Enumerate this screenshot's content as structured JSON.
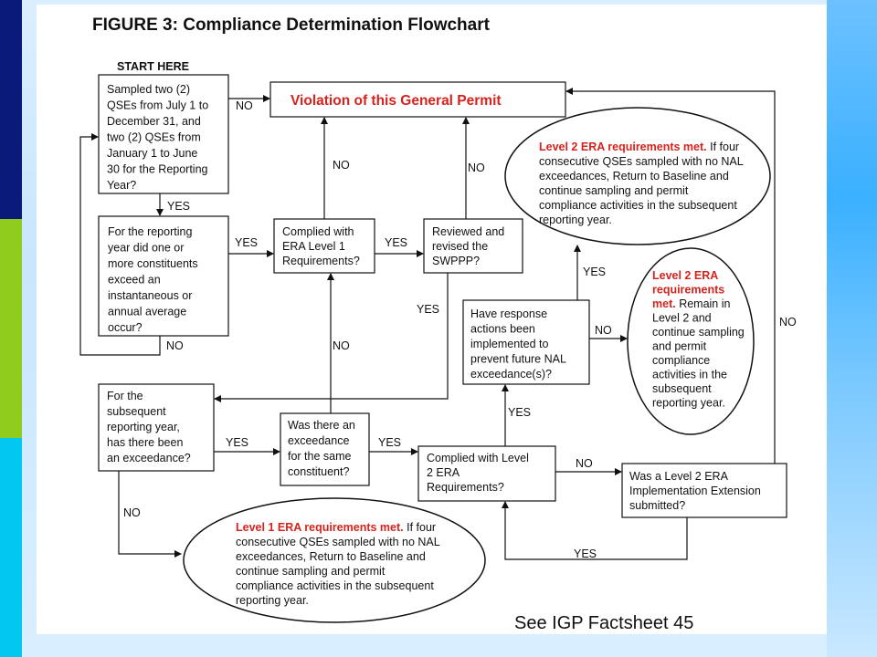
{
  "title": "FIGURE 3: Compliance Determination Flowchart",
  "start_label": "START HERE",
  "violation": "Violation of this General Permit",
  "box_sampled": [
    "Sampled two (2)",
    "QSEs from July 1 to",
    "December 31, and",
    "two (2) QSEs from",
    "January 1 to June",
    "30 for the Reporting",
    "Year?"
  ],
  "box_exceed": [
    "For the reporting",
    "year did one or",
    "more constituents",
    "exceed an",
    "instantaneous or",
    "annual average",
    "occur?"
  ],
  "box_complied1": [
    "Complied with",
    "ERA Level 1",
    "Requirements?"
  ],
  "box_reviewed": [
    "Reviewed and",
    "revised the",
    "SWPPP?"
  ],
  "box_response": [
    "Have response",
    "actions been",
    "implemented to",
    "prevent future NAL",
    "exceedance(s)?"
  ],
  "box_subsequent": [
    "For the",
    "subsequent",
    "reporting year,",
    "has there been",
    "an exceedance?"
  ],
  "box_same": [
    "Was there an",
    "exceedance",
    "for the same",
    "constituent?"
  ],
  "box_complied2": [
    "Complied with Level",
    "2 ERA",
    "Requirements?"
  ],
  "box_extension": [
    "Was a Level 2 ERA",
    "Implementation Extension",
    "submitted?"
  ],
  "ellipse_top": {
    "bold": "Level 2 ERA requirements met.",
    "lines": [
      "If four",
      "consecutive QSEs sampled with no NAL",
      "exceedances, Return to Baseline and",
      "continue sampling and permit",
      "compliance activities in the subsequent",
      "reporting year."
    ]
  },
  "ellipse_mid": {
    "bold_lines": [
      "Level 2 ERA",
      "requirements",
      "met."
    ],
    "lines": [
      "Remain in",
      "Level 2 and",
      "continue sampling",
      "and permit",
      "compliance",
      "activities in the",
      "subsequent",
      "reporting year."
    ]
  },
  "ellipse_bottom": {
    "bold": "Level 1 ERA requirements met.",
    "lines": [
      "If four",
      "consecutive QSEs sampled with no NAL",
      "exceedances, Return to Baseline and",
      "continue sampling and permit",
      "compliance activities in the subsequent",
      "reporting year."
    ]
  },
  "labels": {
    "yes": "YES",
    "no": "NO"
  },
  "footer": "See IGP Factsheet 45"
}
